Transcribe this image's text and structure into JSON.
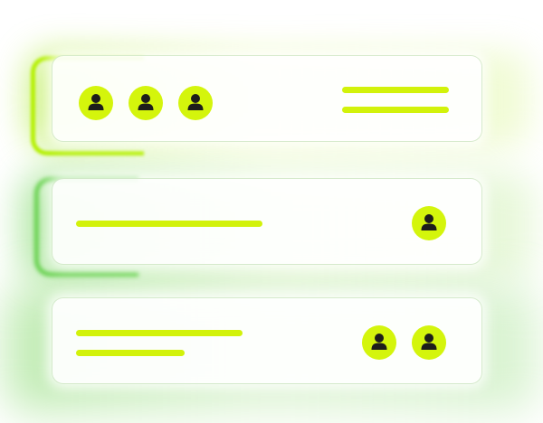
{
  "colors": {
    "accent": "#d4f50c",
    "icon": "#1d1d1b",
    "background": "#ffffff"
  },
  "cards": [
    {
      "avatars": 3,
      "text_lines": 2,
      "avatar_icon": "user-icon"
    },
    {
      "avatars": 1,
      "text_lines": 1,
      "avatar_icon": "user-icon"
    },
    {
      "avatars": 2,
      "text_lines": 2,
      "avatar_icon": "user-icon"
    }
  ]
}
